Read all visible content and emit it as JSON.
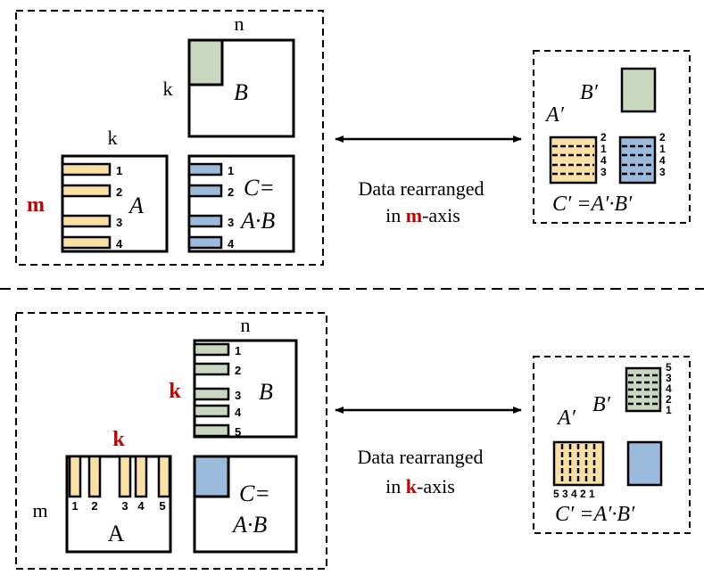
{
  "colors": {
    "yellow": "#fbe0a4",
    "blue": "#9bbbdd",
    "green": "#c9d7bf",
    "red": "#c00000",
    "ink": "#000000"
  },
  "top": {
    "label_n": "n",
    "label_k_B": "k",
    "label_B": "B",
    "label_k_A": "k",
    "label_m": "m",
    "label_A": "A",
    "label_C_eq": "C=",
    "label_AB": "A·B",
    "row_nums": [
      "1",
      "2",
      "3",
      "4"
    ],
    "arrow_text_1": "Data rearranged",
    "arrow_text_2_pre": "in ",
    "arrow_text_2_axis": "m",
    "arrow_text_2_post": "-axis",
    "right": {
      "A_prime": "A′",
      "B_prime": "B′",
      "order_nums": [
        "2",
        "1",
        "4",
        "3"
      ],
      "eq": "C′ =A′·B′"
    }
  },
  "bottom": {
    "label_n": "n",
    "label_k_B": "k",
    "label_B": "B",
    "label_k_A": "k",
    "label_m": "m",
    "label_A": "A",
    "label_C_eq": "C=",
    "label_AB": "A·B",
    "col_nums": [
      "1",
      "2",
      "3",
      "4",
      "5"
    ],
    "row_nums": [
      "1",
      "2",
      "3",
      "4",
      "5"
    ],
    "arrow_text_1": "Data rearranged",
    "arrow_text_2_pre": "in ",
    "arrow_text_2_axis": "k",
    "arrow_text_2_post": "-axis",
    "right": {
      "A_prime": "A′",
      "B_prime": "B′",
      "order_nums_B": [
        "5",
        "3",
        "4",
        "2",
        "1"
      ],
      "order_nums_A": "5 3 4 2 1",
      "eq": "C′ =A′·B′"
    }
  }
}
